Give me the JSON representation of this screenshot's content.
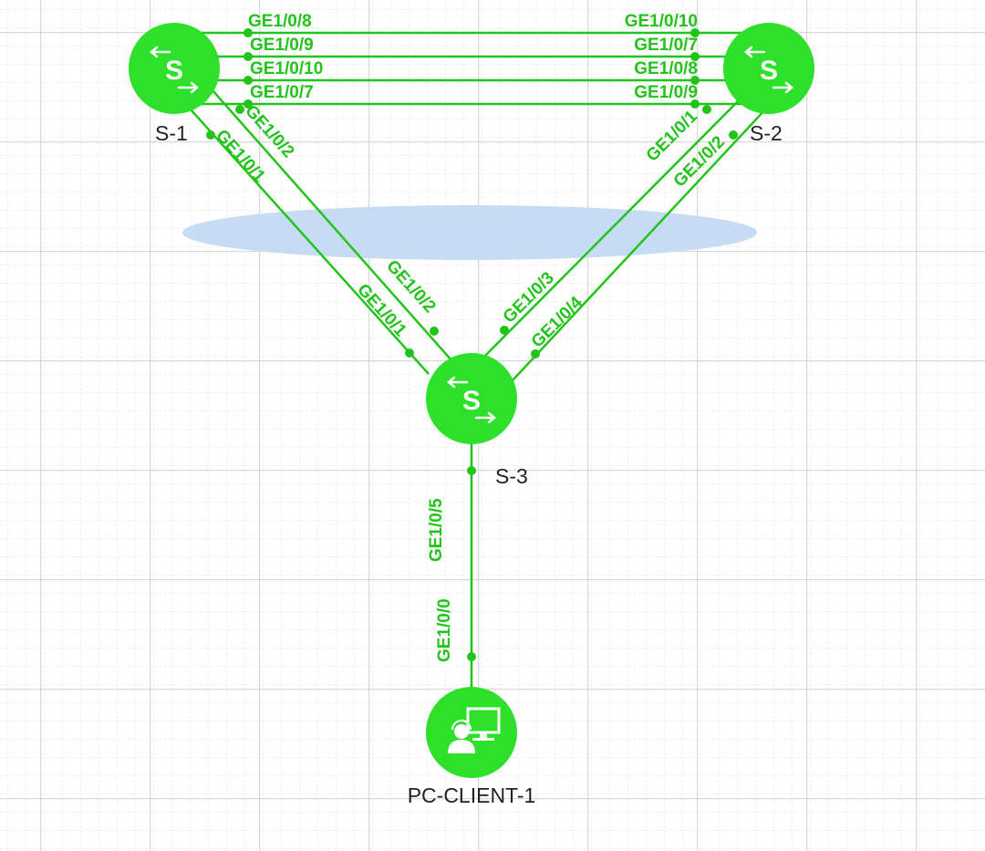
{
  "colors": {
    "link": "#22c41a",
    "node": "#2ee02a",
    "grid_major": "#dcdcdc",
    "grid_minor": "#e9e9e9",
    "aggregation": "#c6dcf5"
  },
  "devices": {
    "s1": {
      "label": "S-1",
      "icon": "switch-icon",
      "glyph": "S"
    },
    "s2": {
      "label": "S-2",
      "icon": "switch-icon",
      "glyph": "S"
    },
    "s3": {
      "label": "S-3",
      "icon": "switch-icon",
      "glyph": "S"
    },
    "pc": {
      "label": "PC-CLIENT-1",
      "icon": "pc-client-icon"
    }
  },
  "links": {
    "s1_s2_a": {
      "a_port": "GE1/0/8",
      "b_port": "GE1/0/10"
    },
    "s1_s2_b": {
      "a_port": "GE1/0/9",
      "b_port": "GE1/0/7"
    },
    "s1_s2_c": {
      "a_port": "GE1/0/10",
      "b_port": "GE1/0/8"
    },
    "s1_s2_d": {
      "a_port": "GE1/0/7",
      "b_port": "GE1/0/9"
    },
    "s1_s3_a": {
      "a_port": "GE1/0/1",
      "b_port": "GE1/0/1"
    },
    "s1_s3_b": {
      "a_port": "GE1/0/2",
      "b_port": "GE1/0/2"
    },
    "s2_s3_a": {
      "a_port": "GE1/0/1",
      "b_port": "GE1/0/3"
    },
    "s2_s3_b": {
      "a_port": "GE1/0/2",
      "b_port": "GE1/0/4"
    },
    "s3_pc": {
      "a_port": "GE1/0/5",
      "b_port": "GE1/0/0"
    }
  }
}
